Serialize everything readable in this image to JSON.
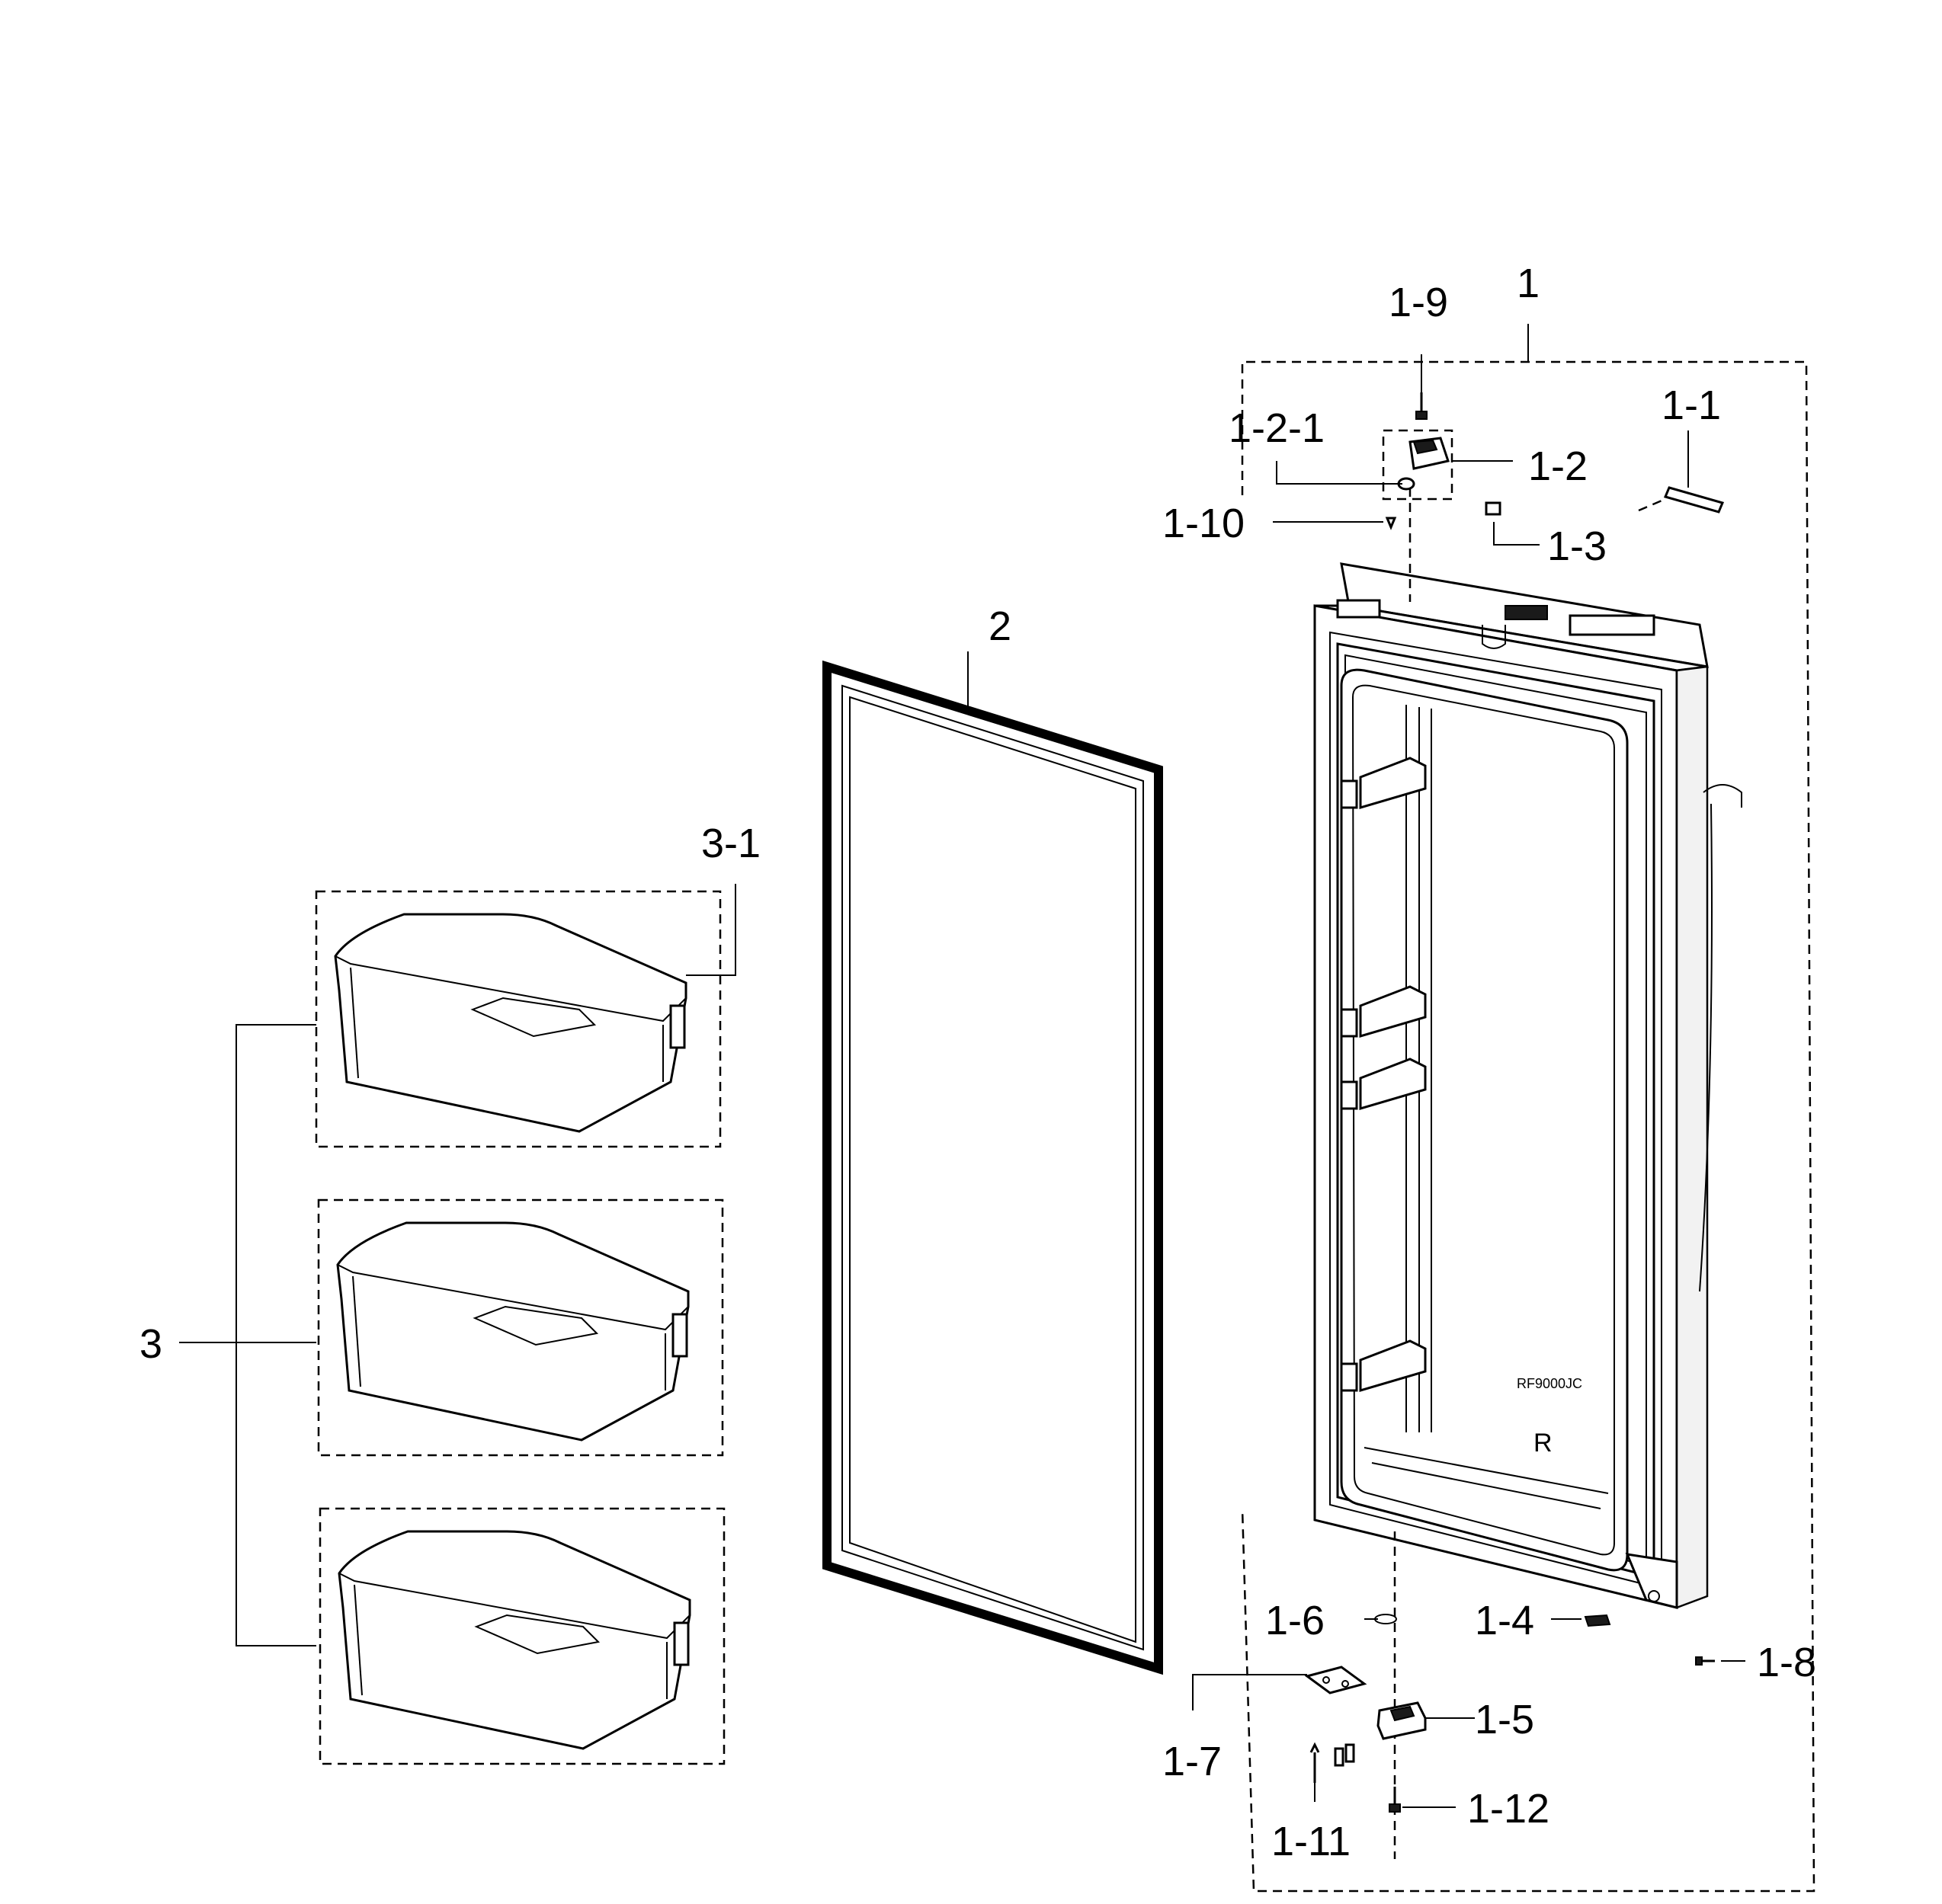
{
  "labels": {
    "p1": "1",
    "p1_1": "1-1",
    "p1_2": "1-2",
    "p1_2_1": "1-2-1",
    "p1_3": "1-3",
    "p1_4": "1-4",
    "p1_5": "1-5",
    "p1_6": "1-6",
    "p1_7": "1-7",
    "p1_8": "1-8",
    "p1_9": "1-9",
    "p1_10": "1-10",
    "p1_11": "1-11",
    "p1_12": "1-12",
    "p2": "2",
    "p3": "3",
    "p3_1": "3-1"
  },
  "door_marks": {
    "model": "RF9000JC",
    "side": "R"
  }
}
